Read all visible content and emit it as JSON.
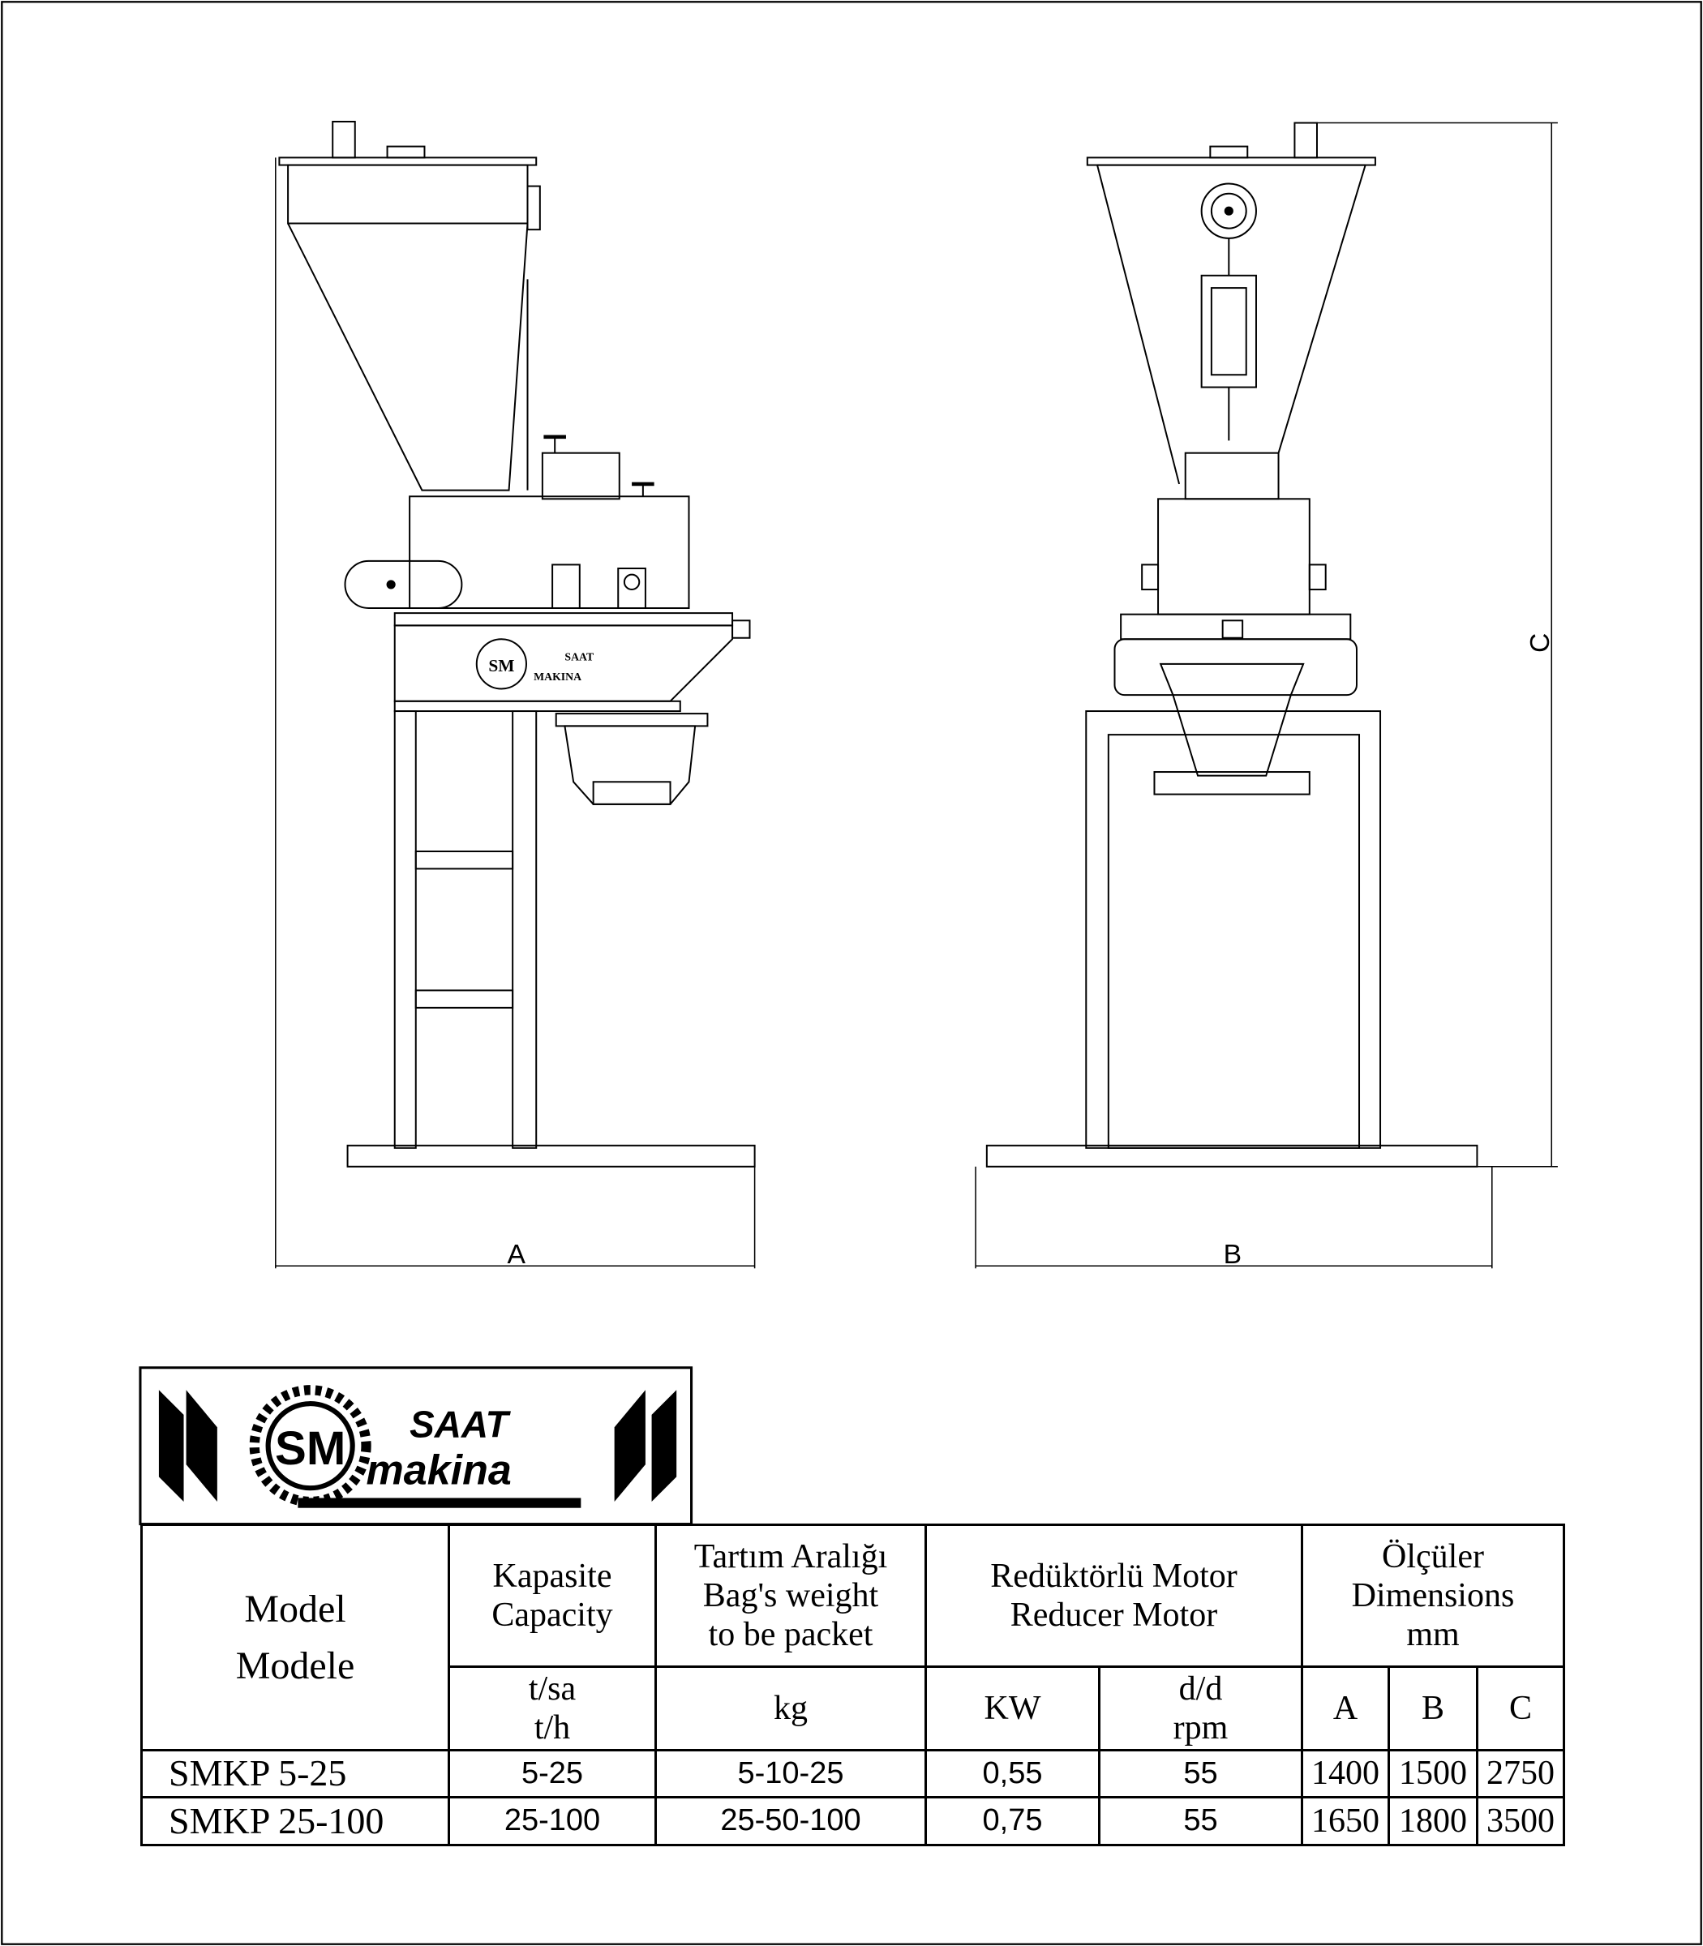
{
  "drawing": {
    "dim_a": "A",
    "dim_b": "B",
    "dim_c": "C",
    "plate_logo": "SAAT MAKINA"
  },
  "logo": {
    "line1": "SAAT",
    "line2": "makina",
    "mark": "SM"
  },
  "table": {
    "header": {
      "model": [
        "Model",
        "Modele"
      ],
      "capacity": [
        "Kapasite",
        "Capacity"
      ],
      "weight": [
        "Tartım Aralığı",
        "Bag's weight",
        "to be packet"
      ],
      "motor": [
        "Redüktörlü Motor",
        "Reducer Motor"
      ],
      "dims": [
        "Ölçüler",
        "Dimensions",
        "mm"
      ]
    },
    "units": {
      "capacity": [
        "t/sa",
        "t/h"
      ],
      "weight": "kg",
      "kw": "KW",
      "rpm": [
        "d/d",
        "rpm"
      ],
      "a": "A",
      "b": "B",
      "c": "C"
    },
    "rows": [
      {
        "model": "SMKP 5-25",
        "capacity": "5-25",
        "weight": "5-10-25",
        "kw": "0,55",
        "rpm": "55",
        "a": "1400",
        "b": "1500",
        "c": "2750"
      },
      {
        "model": "SMKP 25-100",
        "capacity": "25-100",
        "weight": "25-50-100",
        "kw": "0,75",
        "rpm": "55",
        "a": "1650",
        "b": "1800",
        "c": "3500"
      }
    ]
  }
}
